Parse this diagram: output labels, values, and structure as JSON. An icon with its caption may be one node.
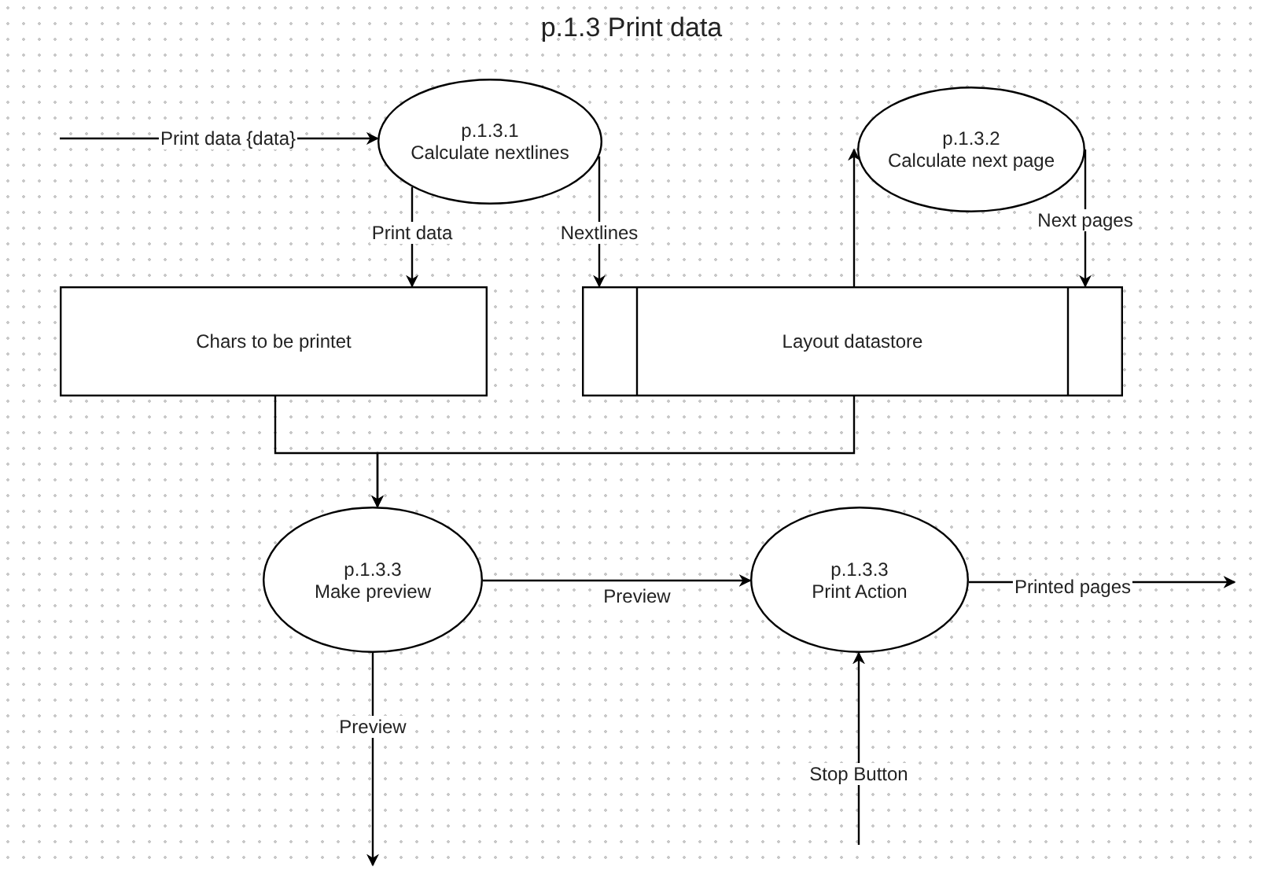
{
  "diagram": {
    "title": "p.1.3 Print data",
    "nodes": [
      {
        "text": [
          "p.1.3.1",
          "Calculate nextlines"
        ]
      },
      {
        "text": [
          "p.1.3.2",
          "Calculate next page"
        ]
      },
      {
        "text": [
          "Chars to be printet"
        ]
      },
      {
        "text": [
          "Layout datastore"
        ]
      },
      {
        "text": [
          "p.1.3.3",
          "Make preview"
        ]
      },
      {
        "text": [
          "p.1.3.3",
          "Print Action"
        ]
      }
    ],
    "edges": [
      {
        "from": null,
        "to": 0,
        "arrow": "to",
        "label": "Print data {data}"
      },
      {
        "from": 0,
        "to": 2,
        "arrow": "to",
        "label": "Print data"
      },
      {
        "from": 0,
        "to": 3,
        "arrow": "to",
        "label": "Nextlines"
      },
      {
        "from": 3,
        "to": 1,
        "arrow": "to"
      },
      {
        "from": 1,
        "to": 3,
        "arrow": "to",
        "label": "Next pages"
      },
      {
        "from": 2,
        "to": 4,
        "arrow": "to"
      },
      {
        "from": 3,
        "to": 4,
        "arrow": "to"
      },
      {
        "from": 4,
        "to": 5,
        "arrow": "to",
        "label": "Preview"
      },
      {
        "from": 5,
        "to": null,
        "arrow": "to",
        "label": "Printed pages"
      },
      {
        "from": 4,
        "to": null,
        "arrow": "to",
        "label": "Preview"
      },
      {
        "from": null,
        "to": 5,
        "arrow": "to",
        "label": "Stop Button"
      }
    ]
  }
}
